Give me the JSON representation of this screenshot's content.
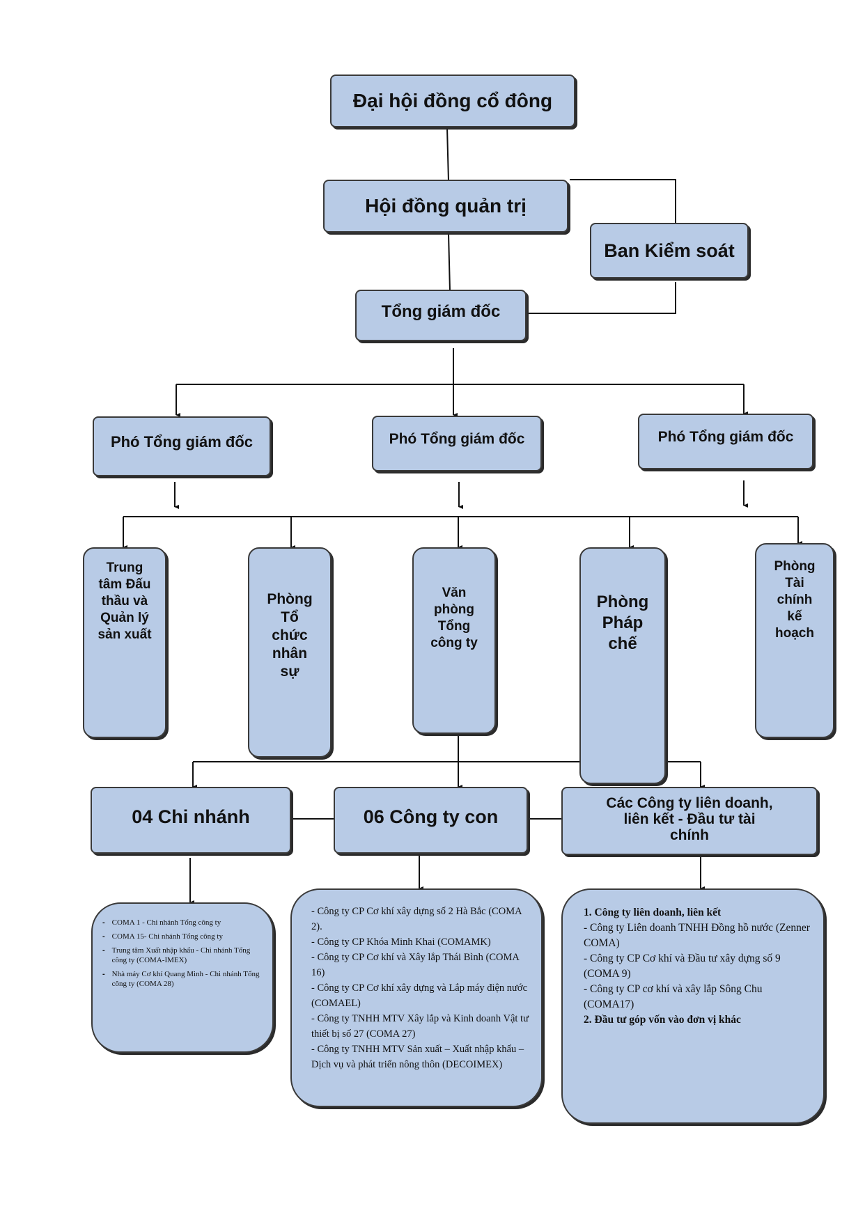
{
  "colors": {
    "box_fill": "#b8cbe6",
    "border": "#3a3a3a",
    "line": "#111111"
  },
  "nodes": {
    "shareholders": "Đại hội đồng cổ đông",
    "board": "Hội đồng quản trị",
    "supervisory": "Ban Kiểm soát",
    "ceo": "Tổng giám đốc",
    "vp1": "Phó Tổng giám đốc",
    "vp2": "Phó Tổng giám đốc",
    "vp3": "Phó Tổng giám đốc",
    "dept1": [
      "Trung",
      "tâm Đấu",
      "thầu và",
      "Quản lý",
      "sản xuất"
    ],
    "dept2": [
      "Phòng",
      "Tổ",
      "chức",
      "nhân",
      "sự"
    ],
    "dept3": [
      "Văn",
      "phòng",
      "Tổng",
      "công ty"
    ],
    "dept4": [
      "Phòng",
      "Pháp",
      "chế"
    ],
    "dept5": [
      "Phòng",
      "Tài",
      "chính",
      "kế",
      "hoạch"
    ],
    "branches": "04 Chi nhánh",
    "subsidiaries": "06 Công ty con",
    "joint": [
      "Các Công ty liên doanh,",
      "liên kết - Đầu tư tài",
      "chính"
    ]
  },
  "branches_list": [
    "COMA 1 - Chi nhánh Tổng công ty",
    "COMA 15- Chi nhánh Tổng công ty",
    "Trung tâm Xuất nhập khẩu - Chi nhánh Tổng công ty (COMA-IMEX)",
    "Nhà máy Cơ khí Quang Minh - Chi nhánh Tổng công ty (COMA 28)"
  ],
  "subsidiaries_list": [
    "- Công ty CP Cơ khí xây dựng số 2 Hà Bắc (COMA 2).",
    "- Công ty CP Khóa Minh Khai (COMAMK)",
    "- Công ty CP Cơ khí và Xây lắp Thái Bình (COMA 16)",
    "- Công ty CP Cơ khí xây dựng và Lắp máy điện nước (COMAEL)",
    "- Công ty TNHH MTV Xây lắp và Kinh doanh Vật tư thiết bị số 27 (COMA 27)",
    "- Công ty TNHH MTV Sản xuất – Xuất nhập khẩu – Dịch vụ và phát triển nông thôn (DECOIMEX)"
  ],
  "joint_list": {
    "heading1": "1. Công ty liên doanh, liên kết",
    "items": [
      "- Công ty Liên doanh TNHH Đồng hồ nước (Zenner  COMA)",
      "- Công ty CP Cơ khí và Đầu tư xây dựng số 9 (COMA 9)",
      "- Công ty CP cơ khí và xây lắp Sông Chu (COMA17)"
    ],
    "heading2": "2. Đầu tư góp vốn vào đơn vị khác"
  }
}
